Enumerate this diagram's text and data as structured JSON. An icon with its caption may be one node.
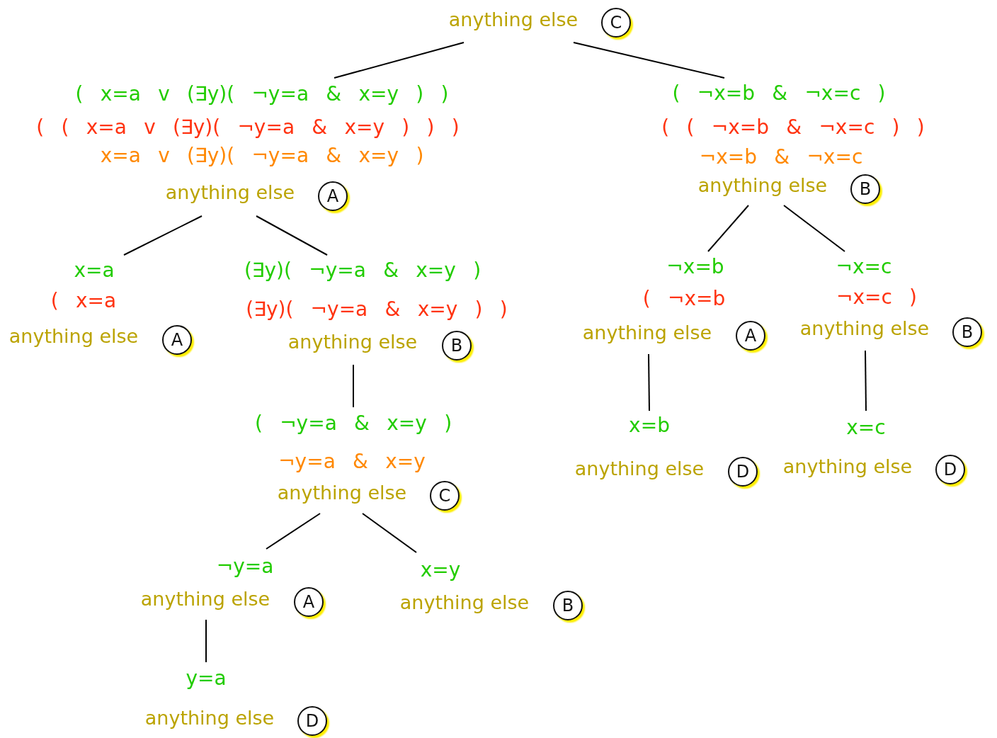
{
  "diagram": {
    "nodes": [
      {
        "text": [
          "anything else"
        ]
      },
      {
        "text": [
          "C"
        ],
        "in": 0
      },
      {
        "text": [
          "( x=a v (∃y)( ¬y=a & x=y ) )",
          "( ( x=a v (∃y)( ¬y=a & x=y ) ) )",
          "x=a v (∃y)( ¬y=a & x=y )",
          "anything else"
        ]
      },
      {
        "text": [
          "A"
        ],
        "in": 2
      },
      {
        "text": [
          "( ¬x=b & ¬x=c )",
          "( ( ¬x=b & ¬x=c ) )",
          "¬x=b & ¬x=c",
          "anything else"
        ]
      },
      {
        "text": [
          "B"
        ],
        "in": 4
      },
      {
        "text": [
          "x=a",
          "( x=a",
          "anything else"
        ]
      },
      {
        "text": [
          "A"
        ],
        "in": 6
      },
      {
        "text": [
          "(∃y)( ¬y=a & x=y )",
          "(∃y)( ¬y=a & x=y ) )",
          "anything else"
        ]
      },
      {
        "text": [
          "B"
        ],
        "in": 8
      },
      {
        "text": [
          "( ¬y=a & x=y )",
          "¬y=a & x=y",
          "anything else"
        ]
      },
      {
        "text": [
          "C"
        ],
        "in": 10
      },
      {
        "text": [
          "¬y=a",
          "anything else"
        ]
      },
      {
        "text": [
          "A"
        ],
        "in": 12
      },
      {
        "text": [
          "x=y",
          "anything else"
        ]
      },
      {
        "text": [
          "B"
        ],
        "in": 14
      },
      {
        "text": [
          "y=a",
          "anything else"
        ]
      },
      {
        "text": [
          "D"
        ],
        "in": 16
      },
      {
        "text": [
          "¬x=b",
          "( ¬x=b",
          "anything else"
        ]
      },
      {
        "text": [
          "A"
        ],
        "in": 18
      },
      {
        "text": [
          "¬x=c",
          "¬x=c )",
          "anything else"
        ]
      },
      {
        "text": [
          "B"
        ],
        "in": 20
      },
      {
        "text": [
          "x=b",
          "anything else"
        ]
      },
      {
        "text": [
          "D"
        ],
        "in": 22
      },
      {
        "text": [
          "x=c",
          "anything else"
        ]
      },
      {
        "text": [
          "D"
        ],
        "in": 24
      }
    ],
    "edges": [
      {
        "from": 0,
        "to": 2,
        "arrow": "none"
      },
      {
        "from": 0,
        "to": 4,
        "arrow": "none"
      },
      {
        "from": 2,
        "to": 6,
        "arrow": "none"
      },
      {
        "from": 2,
        "to": 8,
        "arrow": "none"
      },
      {
        "from": 8,
        "to": 10,
        "arrow": "none"
      },
      {
        "from": 10,
        "to": 12,
        "arrow": "none"
      },
      {
        "from": 10,
        "to": 14,
        "arrow": "none"
      },
      {
        "from": 12,
        "to": 16,
        "arrow": "none"
      },
      {
        "from": 4,
        "to": 18,
        "arrow": "none"
      },
      {
        "from": 4,
        "to": 20,
        "arrow": "none"
      },
      {
        "from": 18,
        "to": 22,
        "arrow": "none"
      },
      {
        "from": 20,
        "to": 24,
        "arrow": "none"
      }
    ]
  }
}
